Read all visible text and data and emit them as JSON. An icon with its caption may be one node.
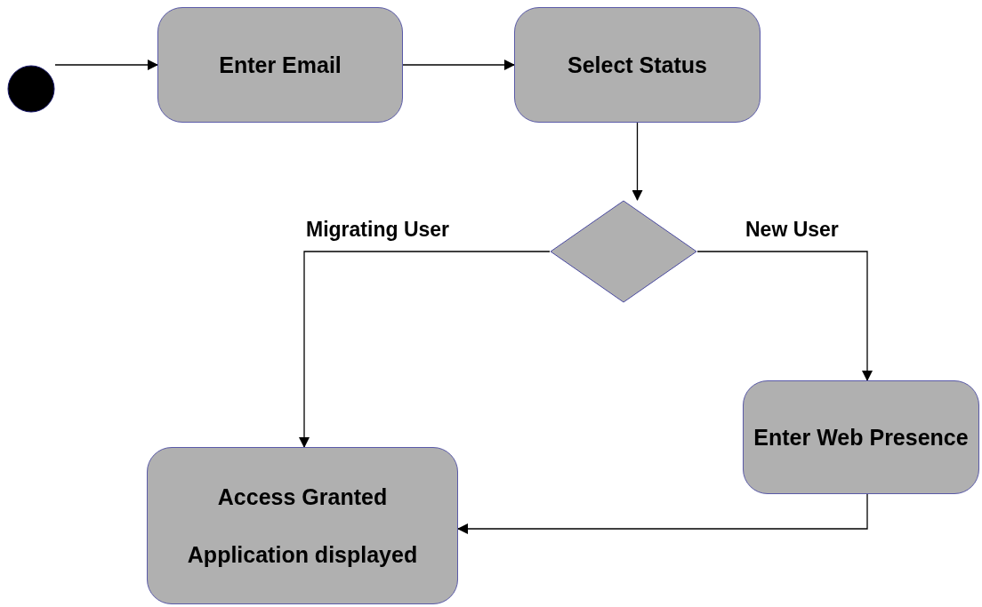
{
  "diagram": {
    "nodes": [
      {
        "text": [],
        "shape": "circle"
      },
      {
        "text": [
          "Enter Email"
        ]
      },
      {
        "text": [
          "Select Status"
        ]
      },
      {
        "text": [],
        "shape": "diamond"
      },
      {
        "text": [
          "Enter Web Presence"
        ]
      },
      {
        "text": [
          "Access Granted",
          "Application displayed"
        ]
      }
    ],
    "edges": [
      {
        "from": 0,
        "to": 1,
        "arrow": "to"
      },
      {
        "from": 1,
        "to": 2,
        "arrow": "to"
      },
      {
        "from": 2,
        "to": 3,
        "arrow": "to"
      },
      {
        "from": 3,
        "to": 5,
        "arrow": "to",
        "label": "Migrating User"
      },
      {
        "from": 3,
        "to": 4,
        "arrow": "to",
        "label": "New User"
      },
      {
        "from": 4,
        "to": 5,
        "arrow": "to"
      }
    ]
  }
}
